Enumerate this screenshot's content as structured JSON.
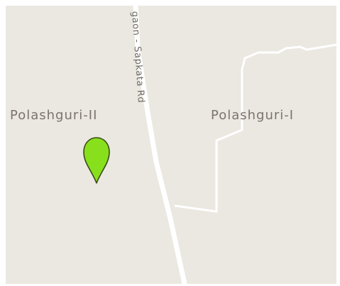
{
  "map": {
    "background_color": "#ebe8e1",
    "road_color": "#ffffff",
    "label_color": "#7a746e",
    "places": {
      "west": "Polashguri-II",
      "east": "Polashguri-I"
    },
    "road_name": "gaon - Sapkata Rd",
    "marker": {
      "icon": "map-pin-icon",
      "color": "#88e01c",
      "outline_color": "#3a4a1a"
    }
  }
}
